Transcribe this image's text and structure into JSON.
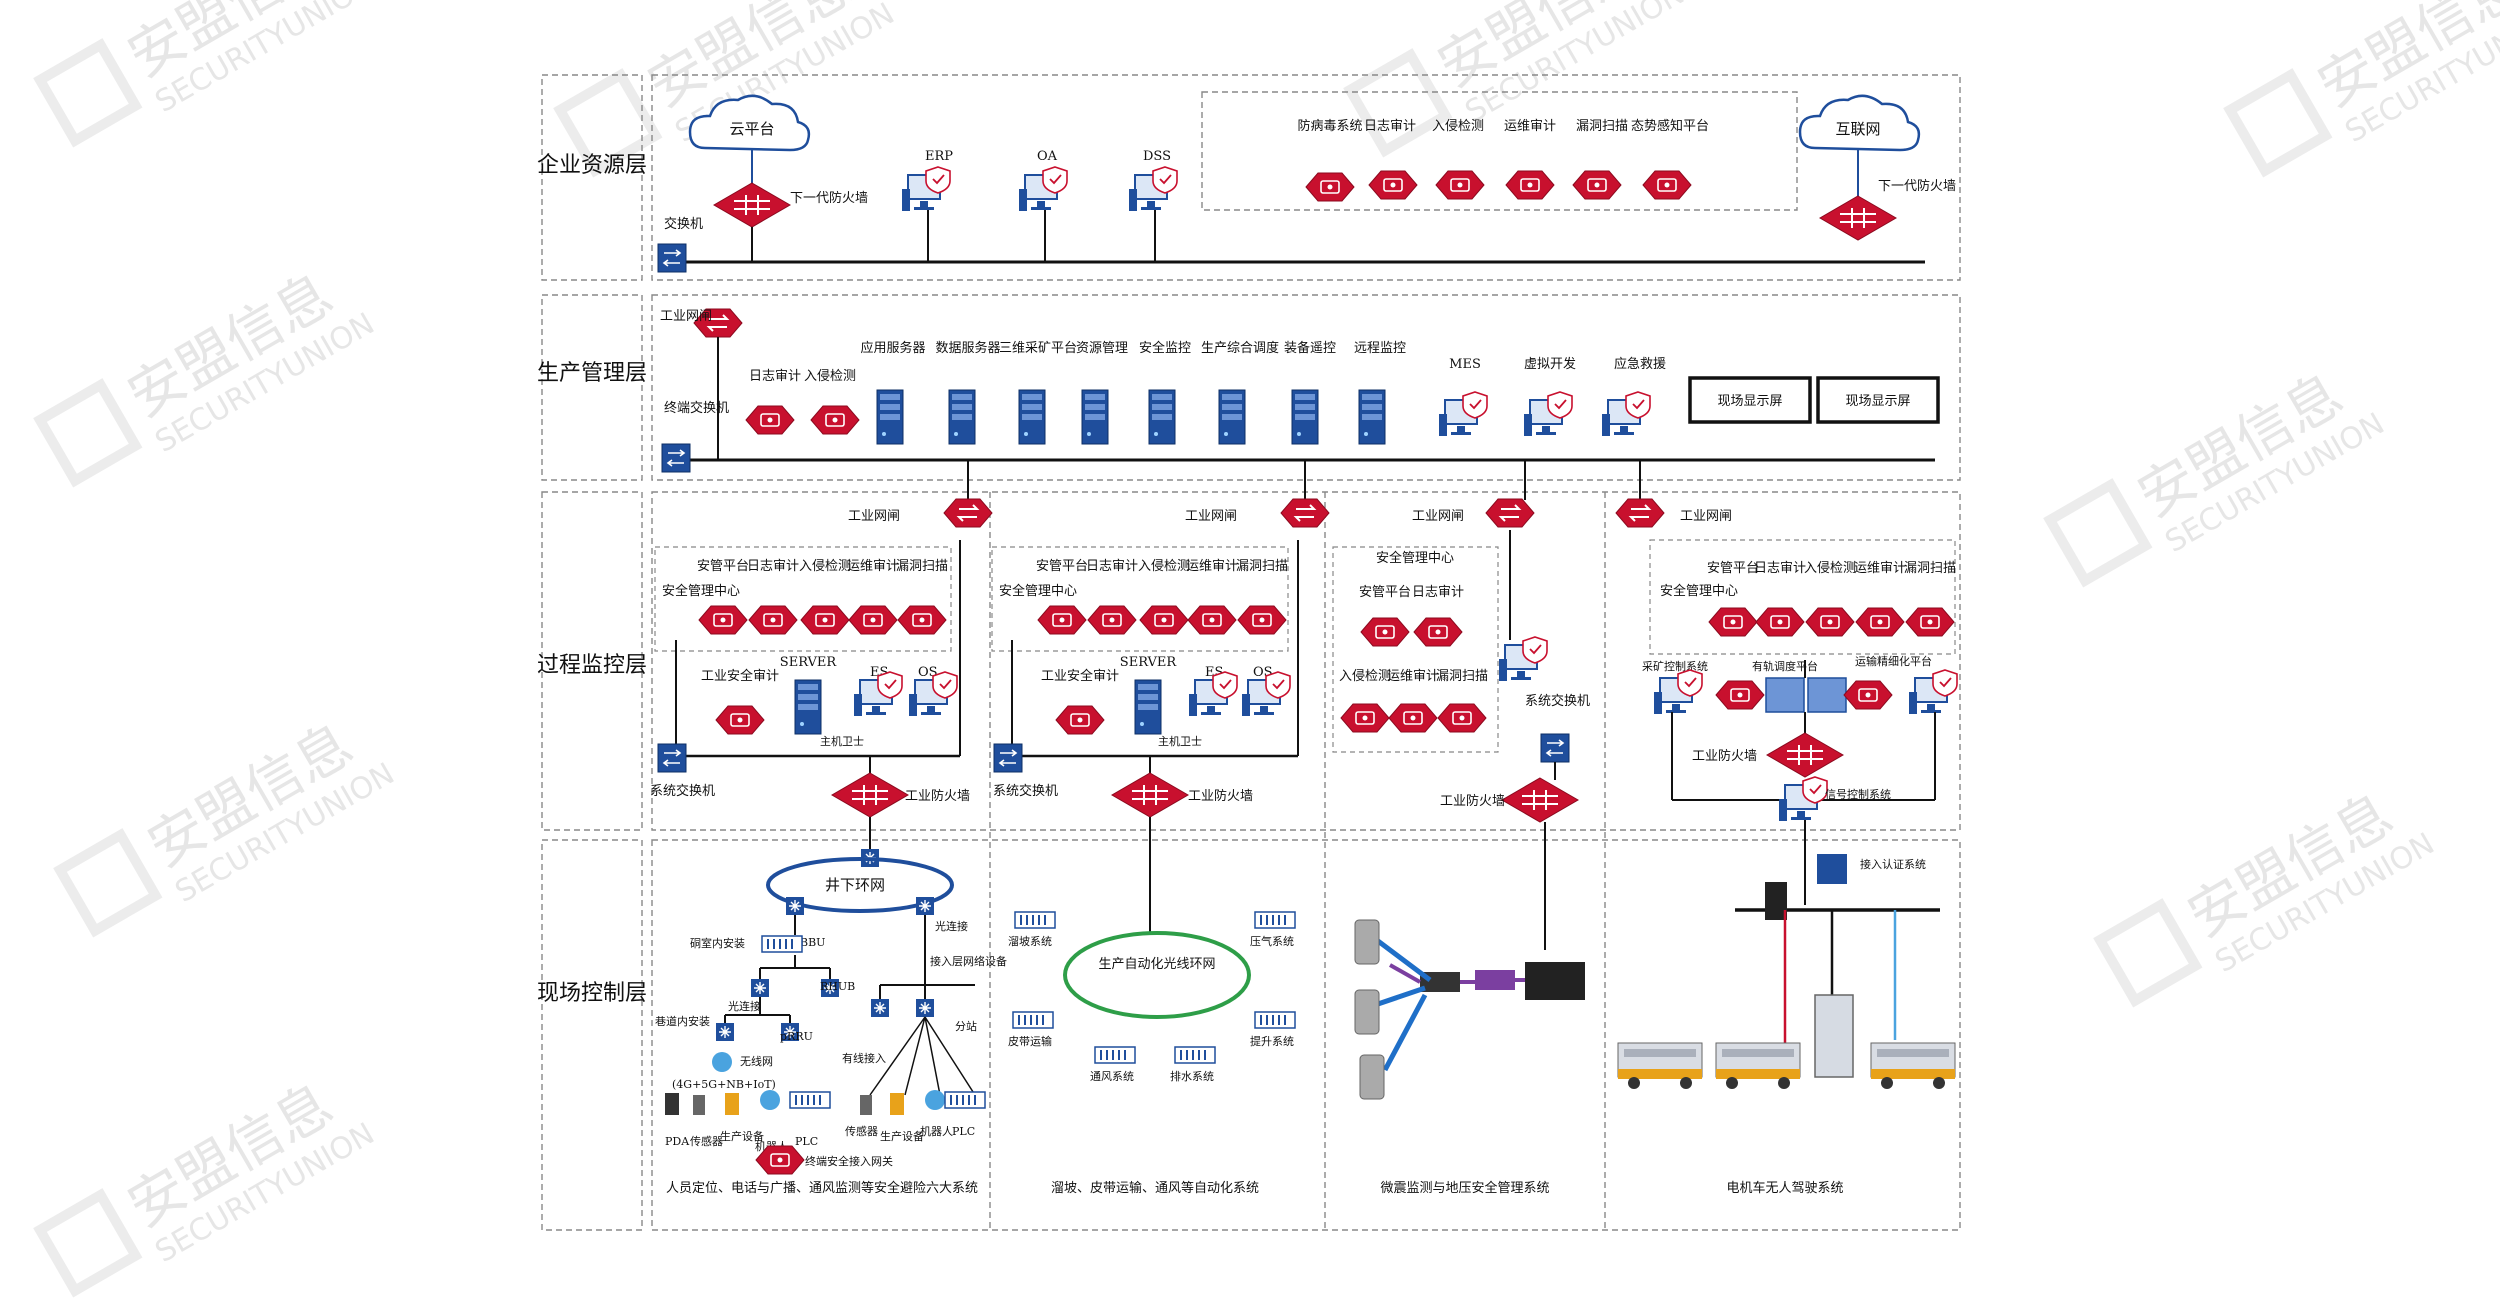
{
  "watermark": {
    "brand": "安盟信息",
    "brand_en": "SECURITYUNION"
  },
  "layers": {
    "enterprise": "企业资源层",
    "production": "生产管理层",
    "process": "过程监控层",
    "field": "现场控制层"
  },
  "enterprise": {
    "cloud": "云平台",
    "internet": "互联网",
    "firewall_left": "下一代防火墙",
    "firewall_right": "下一代防火墙",
    "switch": "交换机",
    "erp": "ERP",
    "oa": "OA",
    "dss": "DSS",
    "security_tools": [
      "防病毒系统",
      "日志审计",
      "入侵检测",
      "运维审计",
      "漏洞扫描",
      "态势感知平台"
    ]
  },
  "production": {
    "gateway": "工业网闸",
    "terminal_switch": "终端交换机",
    "log_audit": "日志审计",
    "ids": "入侵检测",
    "servers": [
      "应用服务器",
      "数据服务器",
      "三维采矿平台",
      "资源管理",
      "安全监控",
      "生产综合调度",
      "装备遥控",
      "远程监控"
    ],
    "mes": "MES",
    "virtual_dev": "虚拟开发",
    "emergency": "应急救援",
    "screen1": "现场显示屏",
    "screen2": "现场显示屏"
  },
  "process": {
    "gateway": "工业网闸",
    "soc_center": "安全管理中心",
    "soc_items": [
      "安管平台",
      "日志审计",
      "入侵检测",
      "运维审计",
      "漏洞扫描"
    ],
    "ind_audit": "工业安全审计",
    "server": "SERVER",
    "es": "ES",
    "os": "OS",
    "host_guard": "主机卫士",
    "sys_switch": "系统交换机",
    "ind_firewall": "工业防火墙",
    "col3_items": [
      "安管平台",
      "日志审计",
      "入侵检测",
      "运维审计",
      "漏洞扫描"
    ],
    "col4_mining": "采矿控制系统",
    "col4_rail": "有轨调度平台",
    "col4_transport": "运输精细化平台",
    "col4_signal": "信号控制系统"
  },
  "field": {
    "ring1": "井下环网",
    "fiber_hub": "光连接",
    "chamber": "硐室内安装",
    "bbu": "BBU",
    "rhub": "RHUB",
    "light_connect": "光连接",
    "tunnel": "巷道内安装",
    "prru": "pRRU",
    "access_dev": "接入层网络设备",
    "branch": "分站",
    "wireless": "无线网",
    "wireless_tech": "(4G+5G+NB+IoT)",
    "wired": "有线接入",
    "devices_left": [
      "PDA",
      "传感器",
      "生产设备",
      "机器人",
      "PLC"
    ],
    "devices_right": [
      "传感器",
      "生产设备",
      "机器人",
      "PLC"
    ],
    "terminal_gw": "终端安全接入网关",
    "ring2": "生产自动化光线环网",
    "auto_items": [
      "溜坡系统",
      "压气系统",
      "皮带运输",
      "提升系统",
      "通风系统",
      "排水系统"
    ],
    "auth": "接入认证系统",
    "col_caption_1": "人员定位、电话与广播、通风监测等安全避险六大系统",
    "col_caption_2": "溜坡、皮带运输、通风等自动化系统",
    "col_caption_3": "微震监测与地压安全管理系统",
    "col_caption_4": "电机车无人驾驶系统"
  },
  "colors": {
    "red": "#c8102e",
    "blue": "#1f4e9c",
    "dashed": "#888888"
  }
}
